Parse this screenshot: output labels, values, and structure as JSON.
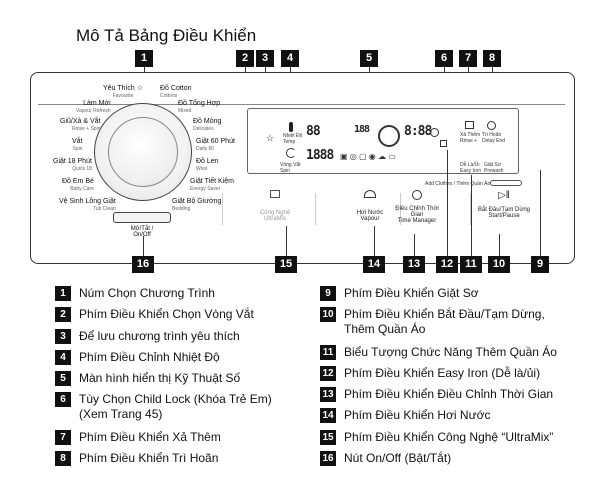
{
  "title": "Mô Tả Bảng Điều Khiển",
  "programs": {
    "yeu_thich": {
      "label": "Yêu Thích ☆",
      "sub": "Favourite"
    },
    "lam_moi": {
      "label": "Làm Mới",
      "sub": "Vapour Refresh"
    },
    "giu_xa_vat": {
      "label": "Giũ/Xả & Vắt",
      "sub": "Rinse + Spin"
    },
    "vat": {
      "label": "Vắt",
      "sub": "Spin"
    },
    "giat_18": {
      "label": "Giặt 18 Phút",
      "sub": "Quick 18"
    },
    "do_em_be": {
      "label": "Đồ Em Bé",
      "sub": "Baby Care"
    },
    "ve_sinh": {
      "label": "Vệ Sinh Lồng Giặt",
      "sub": "Tub Clean"
    },
    "do_cotton": {
      "label": "Đồ Cotton",
      "sub": "Cottons"
    },
    "do_tong_hop": {
      "label": "Đồ Tổng Hợp",
      "sub": "Mixed"
    },
    "do_mong": {
      "label": "Đồ Mỏng",
      "sub": "Delicates"
    },
    "giat_60": {
      "label": "Giặt 60 Phút",
      "sub": "Daily 60"
    },
    "do_len": {
      "label": "Đồ Len",
      "sub": "Wool"
    },
    "giat_tiet_kiem": {
      "label": "Giặt Tiết Kiệm",
      "sub": "Energy Saver"
    },
    "giat_bo_giuong": {
      "label": "Giặt Bộ Giường",
      "sub": "Bedding"
    }
  },
  "onoff": {
    "label": "Mở/Tắt",
    "sub": "On/Off"
  },
  "display_labels": {
    "nhiet_do": "Nhiệt Độ",
    "temp": "Temp",
    "vong_vat": "Vòng Vắt",
    "spin": "Spin",
    "seg1": "88",
    "seg2": "1888",
    "seg3": "188",
    "seg4": "8:88",
    "xa_them": "Xả Thêm",
    "rinse": "Rinse +",
    "tri_hoan": "Trì Hoãn",
    "delay": "Delay End",
    "de_la_ui": "Dễ Là/Ủi",
    "easy_iron": "Easy Iron",
    "giat_so": "Giặt Sơ",
    "prewash": "Prewash",
    "add_clothes": "Add Clothes",
    "them_quan_ao": "Thêm Quần Áo"
  },
  "buttons": {
    "ultramix_vi": "Công Nghệ",
    "ultramix_en": "UltraMix",
    "hoi_nuoc_vi": "Hơi Nước",
    "hoi_nuoc_en": "Vapour",
    "time_vi": "Điều Chỉnh Thời Gian",
    "time_en": "Time Manager",
    "start_vi": "Bắt Đầu/Tạm Dừng",
    "start_en": "Start/Pause"
  },
  "tags_top": [
    "1",
    "2",
    "3",
    "4",
    "5",
    "6",
    "7",
    "8"
  ],
  "tags_bottom": [
    "16",
    "15",
    "14",
    "13",
    "12",
    "11",
    "10",
    "9"
  ],
  "legend_left": [
    {
      "num": "1",
      "text": "Núm Chọn Chương Trình"
    },
    {
      "num": "2",
      "text": "Phím Điều Khiển Chọn Vòng Vắt"
    },
    {
      "num": "3",
      "text": "Để lưu chương trình yêu thích"
    },
    {
      "num": "4",
      "text": "Phím Điều Chỉnh Nhiệt Độ"
    },
    {
      "num": "5",
      "text": "Màn hình hiển thị Kỹ Thuật Số"
    },
    {
      "num": "6",
      "text": "Tùy Chọn Child Lock (Khóa Trẻ Em)",
      "text2": "(Xem Trang 45)"
    },
    {
      "num": "7",
      "text": "Phím Điều Khiển Xả Thêm"
    },
    {
      "num": "8",
      "text": "Phím Điều Khiển Trì Hoãn"
    }
  ],
  "legend_right": [
    {
      "num": "9",
      "text": "Phím Điều Khiển Giặt Sơ"
    },
    {
      "num": "10",
      "text": "Phím Điều Khiển Bắt Đầu/Tạm Dừng,",
      "text2": "Thêm Quần Áo"
    },
    {
      "num": "11",
      "text": "Biểu Tượng Chức Năng Thêm Quần Áo"
    },
    {
      "num": "12",
      "text": "Phím Điều Khiển Easy Iron (Dễ là/ủi)"
    },
    {
      "num": "13",
      "text": "Phím Điều Khiển Điều Chỉnh Thời Gian"
    },
    {
      "num": "14",
      "text": "Phím Điều Khiển Hơi Nước"
    },
    {
      "num": "15",
      "text": "Phím Điều Khiển Công Nghệ “UltraMix”"
    },
    {
      "num": "16",
      "text": "Nút On/Off (Bật/Tắt)"
    }
  ]
}
